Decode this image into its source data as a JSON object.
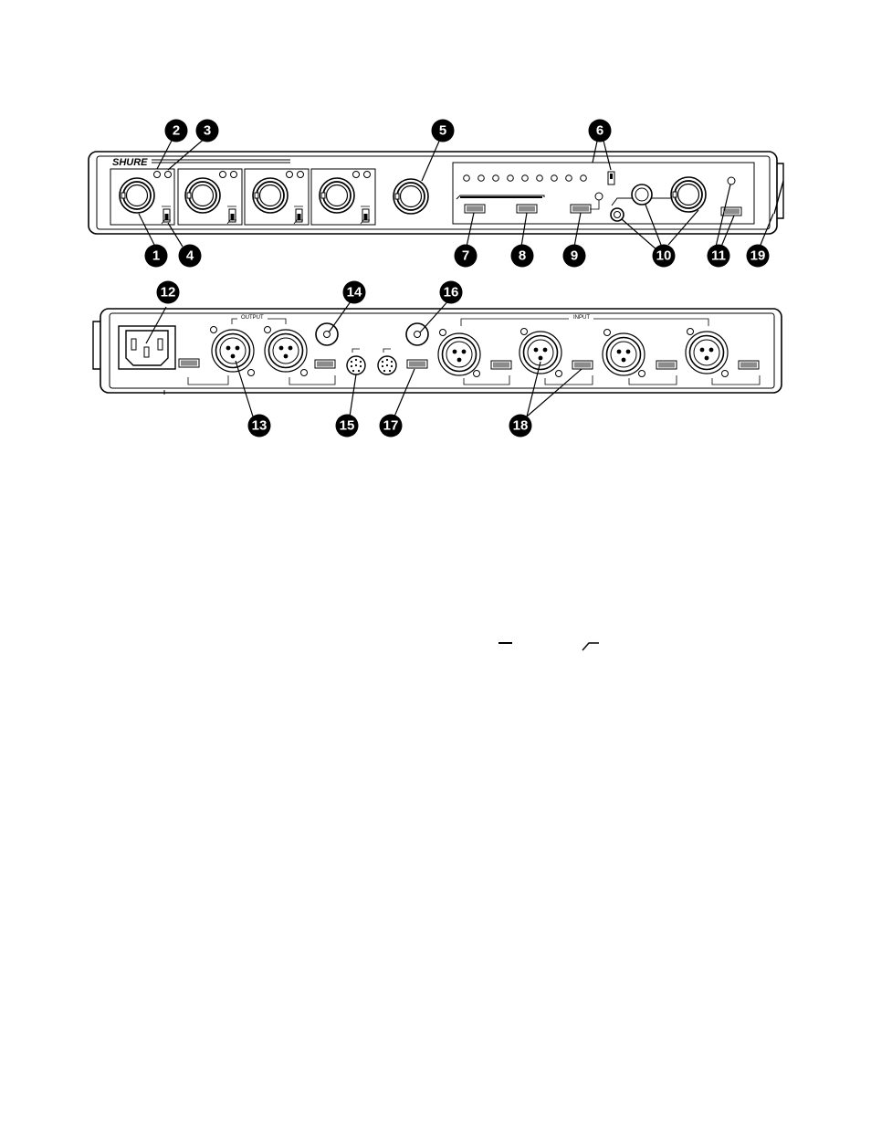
{
  "brand": "SHURE",
  "rear_labels": {
    "output": "OUTPUT",
    "input": "INPUT"
  },
  "callouts": {
    "c1": "1",
    "c2": "2",
    "c3": "3",
    "c4": "4",
    "c5": "5",
    "c6": "6",
    "c7": "7",
    "c8": "8",
    "c9": "9",
    "c10": "10",
    "c11": "11",
    "c12": "12",
    "c13": "13",
    "c14": "14",
    "c15": "15",
    "c16": "16",
    "c17": "17",
    "c18": "18",
    "c19": "19"
  },
  "symbols": {
    "flat": "flat-response-symbol",
    "lowcut": "low-cut-symbol"
  }
}
